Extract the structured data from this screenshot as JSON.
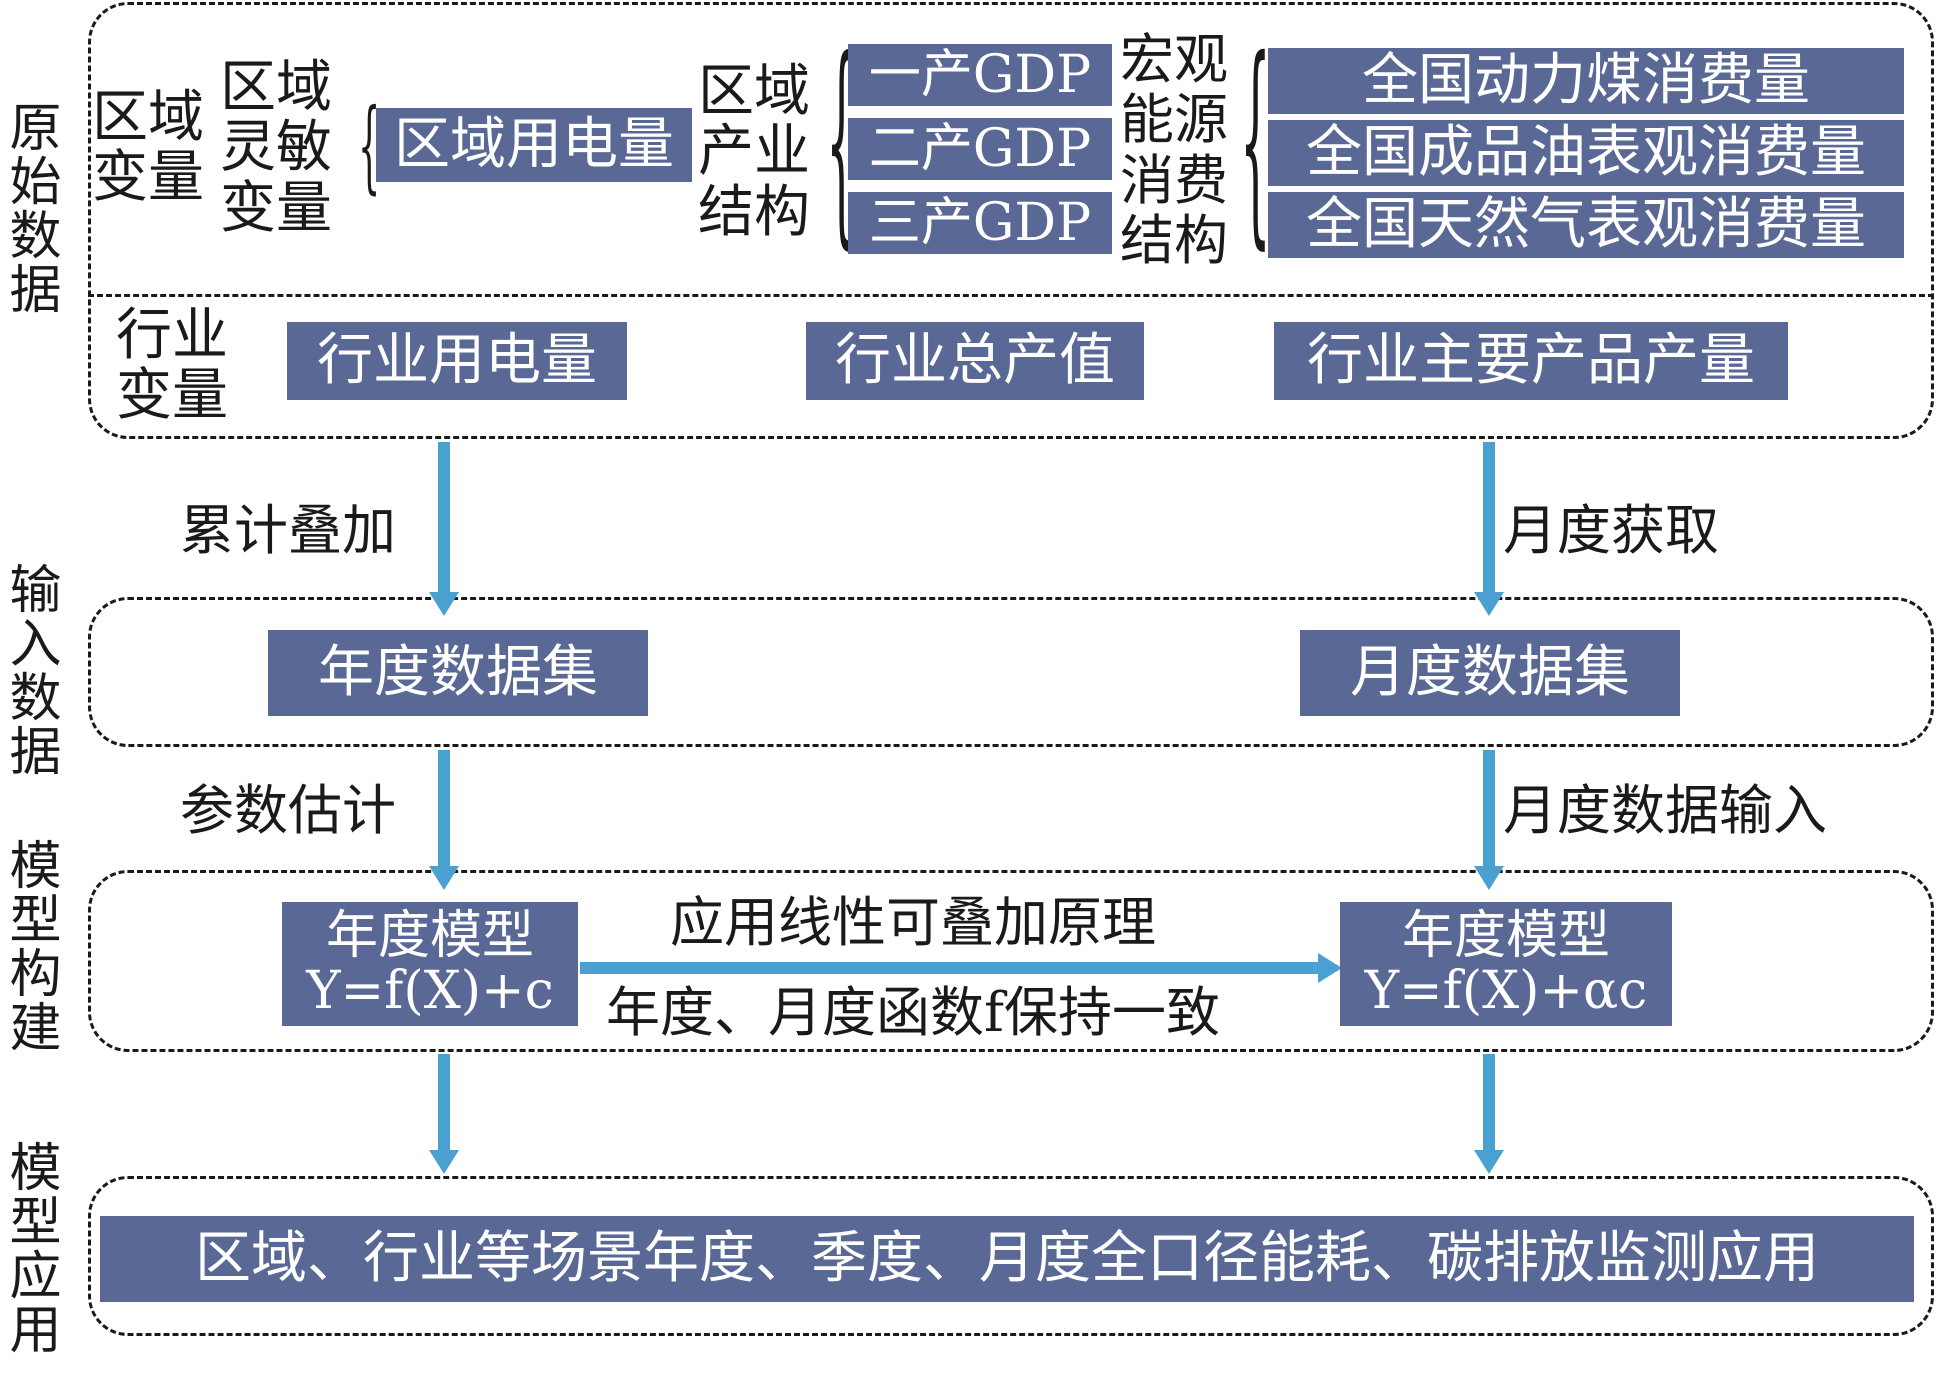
{
  "sections": {
    "raw": "原始数据",
    "input": "输入数据",
    "build": "模型构建",
    "apply": "模型应用"
  },
  "raw_data": {
    "region_vars": "区域\n变量",
    "sensitive_vars": "区域\n灵敏\n变量",
    "region_power": "区域用电量",
    "industry_structure": "区域\n产业\n结构",
    "gdp": [
      "一产GDP",
      "二产GDP",
      "三产GDP"
    ],
    "macro_energy": "宏观\n能源\n消费\n结构",
    "energy": [
      "全国动力煤消费量",
      "全国成品油表观消费量",
      "全国天然气表观消费量"
    ],
    "industry_vars": "行业\n变量",
    "industry_power": "行业用电量",
    "industry_output": "行业总产值",
    "industry_products": "行业主要产品产量"
  },
  "flows": {
    "accumulate": "累计叠加",
    "monthly_fetch": "月度获取",
    "param_estimate": "参数估计",
    "monthly_input": "月度数据输入",
    "principle_top": "应用线性可叠加原理",
    "principle_bottom": "年度、月度函数f保持一致"
  },
  "input_data": {
    "annual_dataset": "年度数据集",
    "monthly_dataset": "月度数据集"
  },
  "models": {
    "left_title": "年度模型",
    "left_formula": "Y=f(X)+c",
    "right_title": "年度模型",
    "right_formula": "Y=f(X)+αc"
  },
  "application": "区域、行业等场景年度、季度、月度全口径能耗、碳排放监测应用",
  "colors": {
    "box": "#5a6896",
    "arrow": "#4ba0d2"
  }
}
